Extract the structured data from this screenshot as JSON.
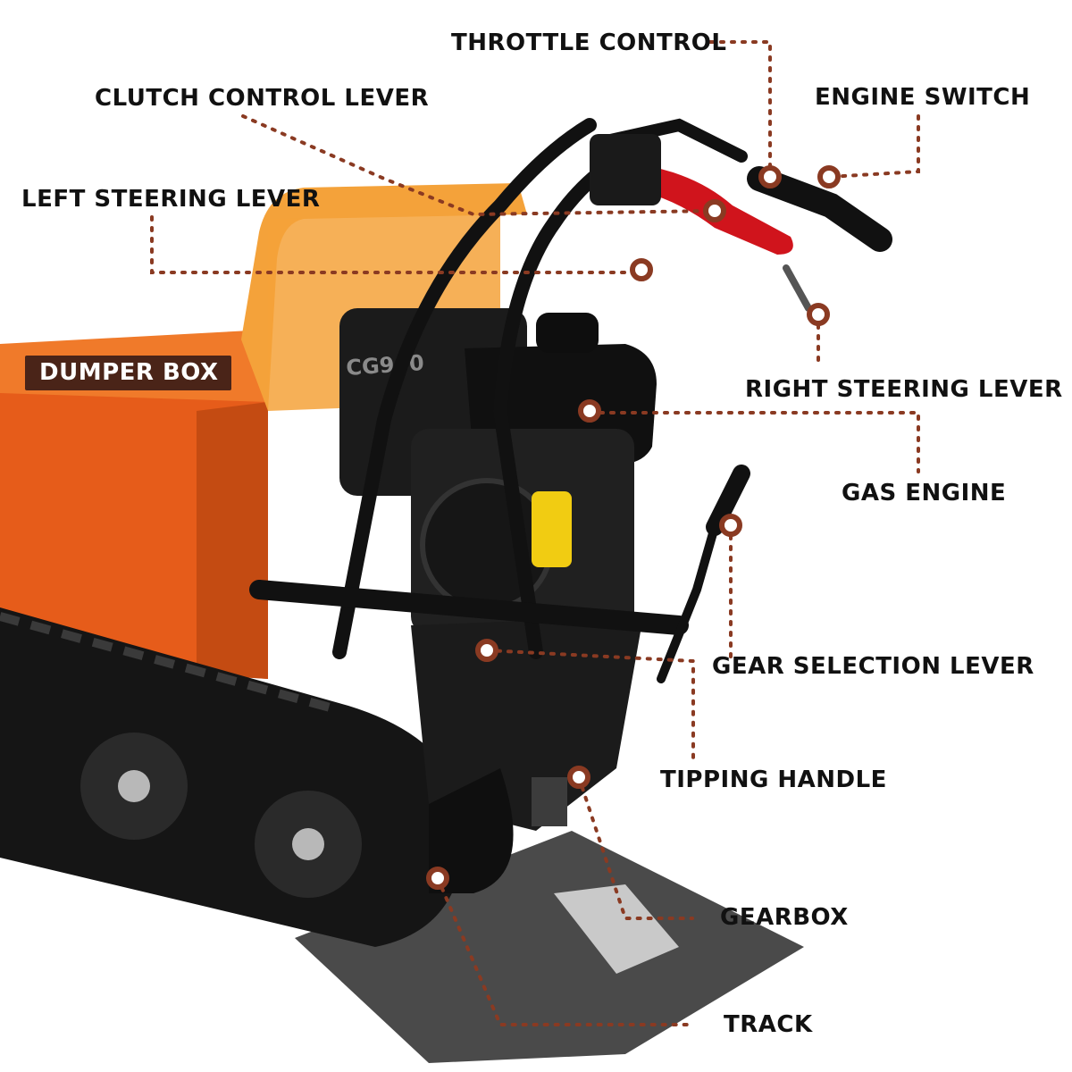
{
  "diagram": {
    "colors": {
      "dumper_orange": "#e65c1a",
      "dumper_orange_light": "#f07a2a",
      "cage_yellow": "#f4a23a",
      "engine_black": "#1b1b1b",
      "handle_red": "#d0141c",
      "leader": "#8a3a22",
      "marker_fill": "#ffffff",
      "dumper_label_bg": "#4a2418"
    },
    "labels": {
      "throttle_control": "THROTTLE CONTROL",
      "engine_switch": "ENGINE SWITCH",
      "clutch_control_lever": "CLUTCH CONTROL LEVER",
      "left_steering_lever": "LEFT STEERING LEVER",
      "dumper_box": "DUMPER BOX",
      "right_steering_lever": "RIGHT STEERING LEVER",
      "gas_engine": "GAS ENGINE",
      "gear_selection_lever": "GEAR SELECTION LEVER",
      "tipping_handle": "TIPPING HANDLE",
      "gearbox": "GEARBOX",
      "track": "TRACK"
    },
    "engine_badge": "CG960"
  }
}
